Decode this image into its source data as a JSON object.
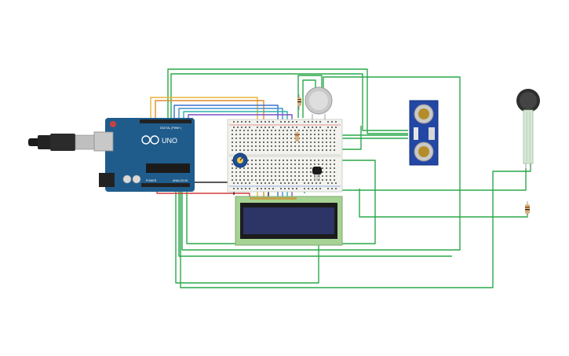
{
  "arduino": {
    "brand": "UNO",
    "digital_label": "DIGITAL (PWM~)",
    "power_label": "POWER",
    "analog_label": "ANALOG IN",
    "board_color": "#1f5c8c"
  },
  "colors": {
    "wire_green": "#2aa84a",
    "wire_yellow": "#e5b43a",
    "wire_orange": "#e08a2a",
    "wire_blue": "#3b6fd1",
    "wire_purple": "#7c4fc4",
    "wire_red": "#d33b3b",
    "wire_black": "#222222",
    "breadboard": "#f2f2ee",
    "lcd_pcb": "#a6d394",
    "lcd_screen": "#2c3566",
    "sensor_pcb": "#2247a5",
    "fsr_body": "#d7e8d7"
  },
  "components": [
    "arduino-uno",
    "breadboard",
    "potentiometer",
    "lcd-16x2",
    "gas-sensor",
    "ultrasonic-sensor",
    "temperature-sensor",
    "force-sensor",
    "resistor"
  ]
}
